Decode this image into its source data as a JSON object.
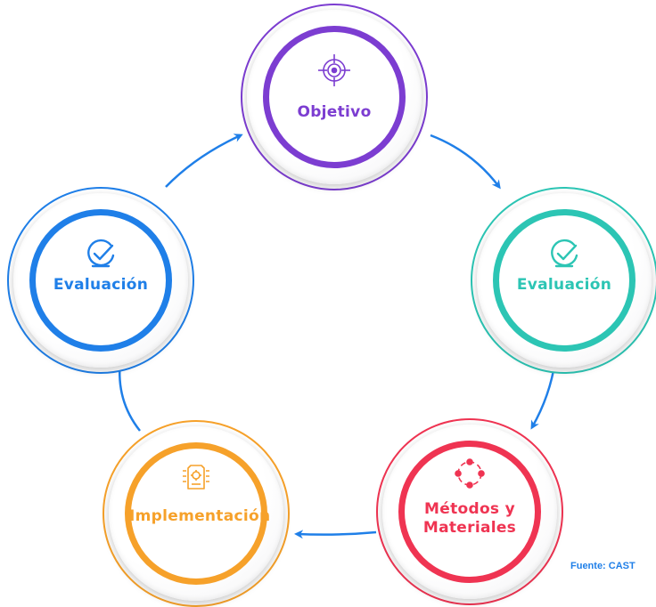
{
  "colors": {
    "objetivo": "#7c3dd1",
    "evaluacion_right": "#2cc5b4",
    "metodos": "#ef3452",
    "implementacion": "#f6a12a",
    "evaluacion_left": "#1f7fe8",
    "arrow": "#1f7fe8"
  },
  "nodes": [
    {
      "label": "Objetivo",
      "icon": "target-icon"
    },
    {
      "label": "Evaluación",
      "icon": "check-circle-icon"
    },
    {
      "label": "Métodos y Materiales",
      "icon": "cycle-dots-icon"
    },
    {
      "label": "Implementación",
      "icon": "gear-document-icon"
    },
    {
      "label": "Evaluación",
      "icon": "check-circle-icon"
    }
  ],
  "source": "Fuente: CAST"
}
